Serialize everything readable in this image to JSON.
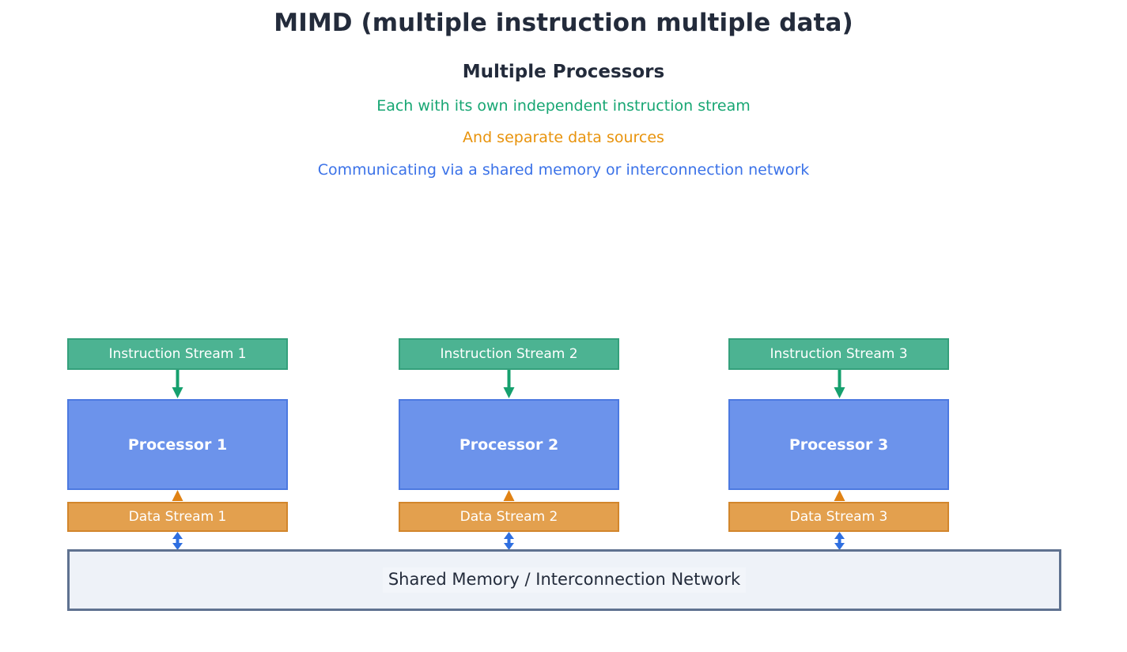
{
  "header": {
    "title": "MIMD (multiple instruction multiple data)",
    "subtitle": "Multiple Processors",
    "note_instruction": "Each with its own independent instruction stream",
    "note_data": "And separate data sources",
    "note_memory": "Communicating via a shared memory or interconnection network"
  },
  "colors": {
    "instruction_fill": "#4cb392",
    "instruction_border": "#35a07c",
    "processor_fill": "#6c93eb",
    "processor_border": "#4c79e0",
    "data_fill": "#e3a04e",
    "data_border": "#d2862c",
    "memory_fill": "#eef2f8",
    "memory_border": "#5f7290",
    "arrow_instruction": "#16a06e",
    "arrow_data": "#e08214",
    "arrow_memory": "#2f6fe0",
    "title_text": "#232b3b",
    "note_instruction_text": "#17a673",
    "note_data_text": "#e8930c",
    "note_memory_text": "#3b72e8"
  },
  "diagram": {
    "type": "block-diagram",
    "columns": [
      {
        "instruction": "Instruction Stream 1",
        "processor": "Processor 1",
        "data": "Data Stream 1"
      },
      {
        "instruction": "Instruction Stream 2",
        "processor": "Processor 2",
        "data": "Data Stream 2"
      },
      {
        "instruction": "Instruction Stream 3",
        "processor": "Processor 3",
        "data": "Data Stream 3"
      }
    ],
    "shared_memory": "Shared Memory / Interconnection Network",
    "arrows": {
      "instruction_to_processor": "down-arrow",
      "data_to_processor": "up-arrow",
      "data_to_memory": "double-arrow"
    }
  }
}
